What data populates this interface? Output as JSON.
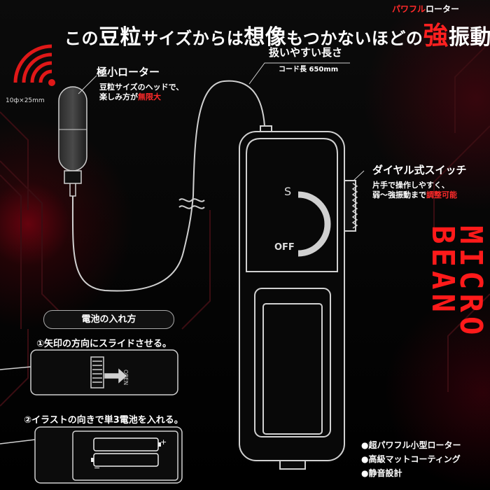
{
  "header": {
    "tag_red": "パワフル",
    "tag_white": "ローター",
    "headline_1": "この",
    "headline_2": "豆粒",
    "headline_3": "サイズからは",
    "headline_4": "想像",
    "headline_5": "もつかないほどの",
    "headline_6": "強",
    "headline_7": "振動!"
  },
  "rotor": {
    "dimensions": "10ф×25mm",
    "title": "極小ローター",
    "desc_line1": "豆粒サイズのヘッドで、",
    "desc_line2_pre": "楽しみ方が",
    "desc_line2_red": "無限大"
  },
  "cord": {
    "title": "扱いやすい長さ",
    "length": "コード長 650mm"
  },
  "dial": {
    "title": "ダイヤル式スイッチ",
    "desc_line1": "片手で操作しやすく、",
    "desc_line2_pre": "弱〜強振動まで",
    "desc_line2_red": "調整可能",
    "label_s": "S",
    "label_off": "OFF"
  },
  "battery": {
    "title": "電池の入れ方",
    "step1": "①矢印の方向にスライドさせる。",
    "step2": "②イラストの向きで単3電池を入れる。",
    "open_label": "OPEN",
    "plus": "+",
    "minus": "−"
  },
  "brand": "MICRO BEAN",
  "features": [
    "●超パワフル小型ローター",
    "●高級マットコーティング",
    "●静音設計"
  ],
  "colors": {
    "accent": "#ff2020",
    "background": "#050505",
    "line": "#d0d0d0"
  }
}
